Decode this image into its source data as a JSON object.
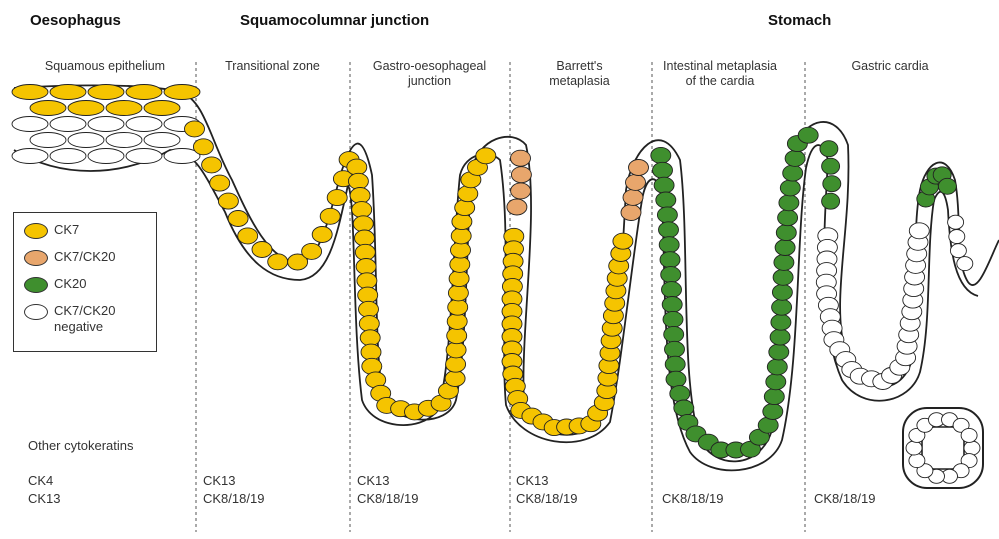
{
  "regions": {
    "oesophagus": "Oesophagus",
    "junction": "Squamocolumnar junction",
    "stomach": "Stomach"
  },
  "zones": {
    "squamous": "Squamous epithelium",
    "transitional": "Transitional zone",
    "gej_line1": "Gastro-oesophageal",
    "gej_line2": "junction",
    "barretts_line1": "Barrett's",
    "barretts_line2": "metaplasia",
    "intestinal_line1": "Intestinal metaplasia",
    "intestinal_line2": "of the cardia",
    "cardia": "Gastric cardia"
  },
  "legend": {
    "ck7": "CK7",
    "ck7_ck20": "CK7/CK20",
    "ck20": "CK20",
    "negative_line1": "CK7/CK20",
    "negative_line2": "negative"
  },
  "colors": {
    "ck7": "#f5c400",
    "ck7_ck20": "#e8a66c",
    "ck20": "#3f8f2e",
    "negative": "#ffffff",
    "outline": "#333333"
  },
  "other_title": "Other cytokeratins",
  "cytokeratins": {
    "squamous_1": "CK4",
    "squamous_2": "CK13",
    "transitional_1": "CK13",
    "transitional_2": "CK8/18/19",
    "gej_1": "CK13",
    "gej_2": "CK8/18/19",
    "barretts_1": "CK13",
    "barretts_2": "CK8/18/19",
    "intestinal_1": "CK8/18/19",
    "cardia_1": "CK8/18/19"
  }
}
